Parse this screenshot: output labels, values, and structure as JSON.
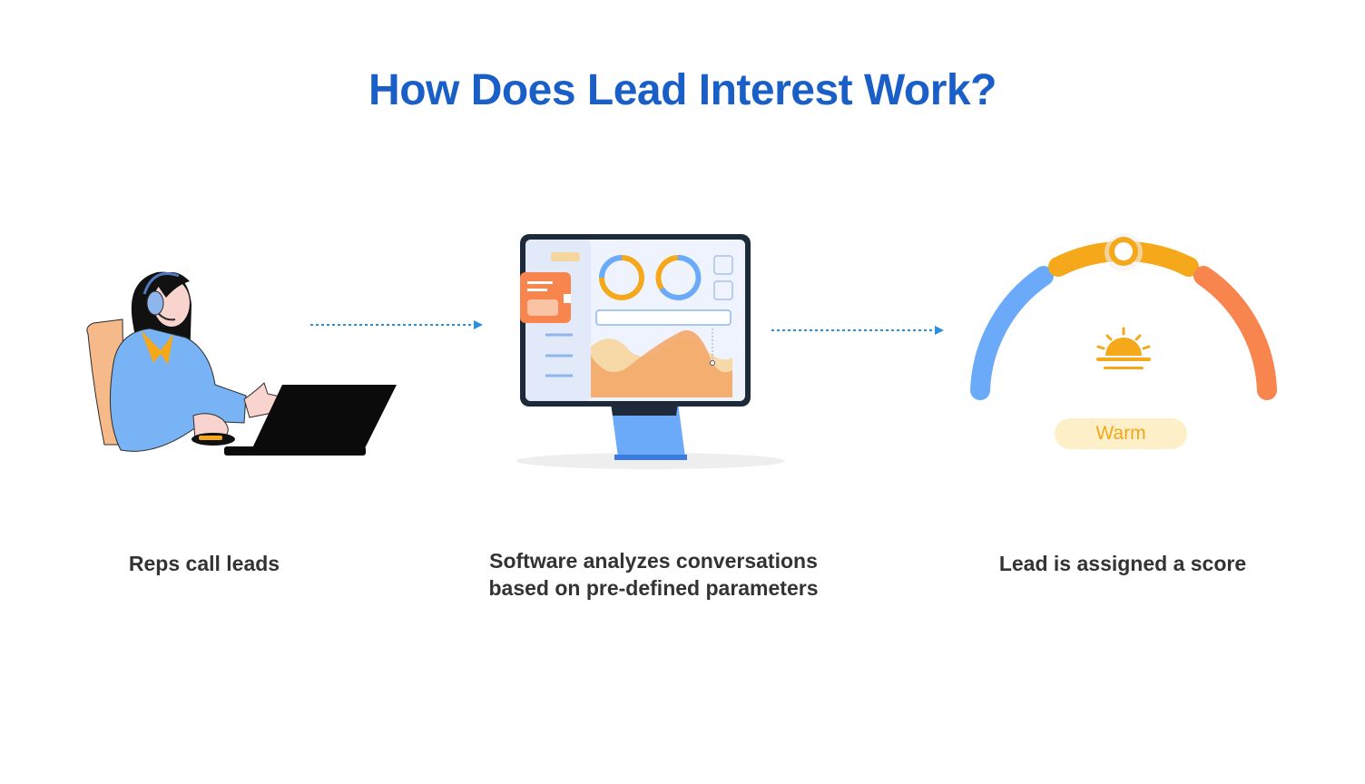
{
  "title": "How Does Lead Interest Work?",
  "steps": [
    {
      "caption_lines": [
        "Reps call leads"
      ],
      "icon": "rep-on-call-icon"
    },
    {
      "caption_lines": [
        "Software analyzes conversations",
        "based on pre-defined parameters"
      ],
      "icon": "analytics-monitor-icon"
    },
    {
      "caption_lines": [
        "Lead is assigned a score"
      ],
      "icon": "score-gauge-icon"
    }
  ],
  "gauge": {
    "score_label": "Warm",
    "segments": [
      "cold",
      "warm",
      "hot"
    ],
    "colors": {
      "cold": "#6aaaf8",
      "warm": "#f4a81a",
      "hot": "#f8844e"
    },
    "indicator": "sun-icon"
  },
  "colors": {
    "title": "#1a5fc8",
    "arrow": "#2b8fe0",
    "caption": "#333333"
  }
}
